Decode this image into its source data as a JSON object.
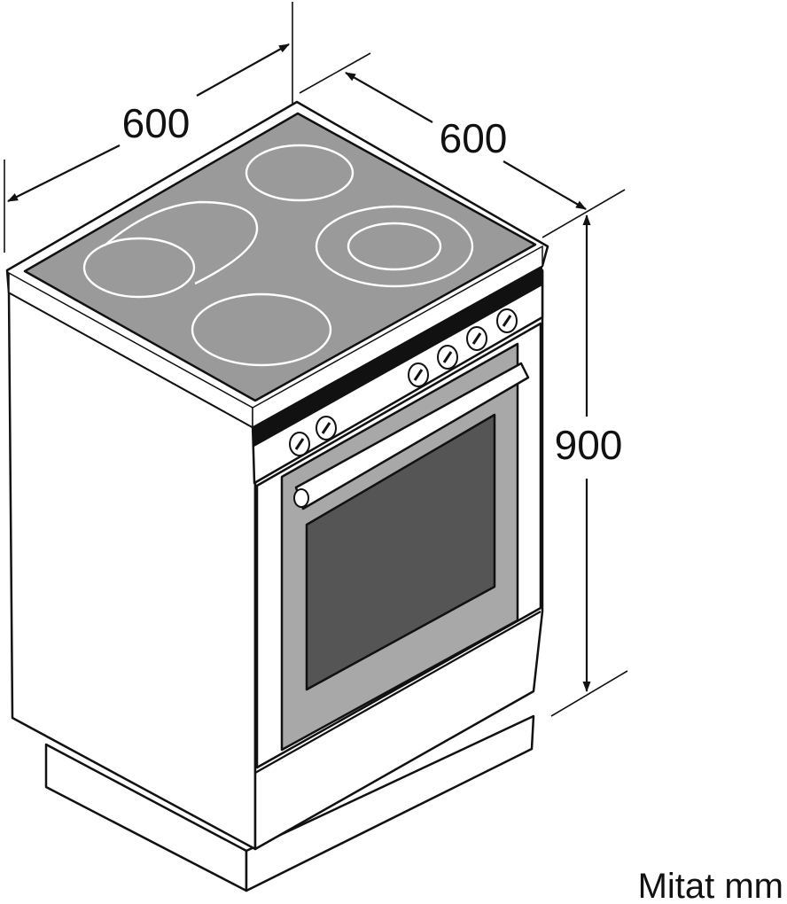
{
  "dimensions": {
    "width": "600",
    "depth": "600",
    "height": "900"
  },
  "unit_note": "Mitat mm",
  "colors": {
    "line": "#111111",
    "panel": "#ffffff",
    "hob_glass": "#9a9a9a",
    "oven_frame": "#a8a8a8",
    "oven_window": "#555555",
    "control_strip": "#111111"
  }
}
